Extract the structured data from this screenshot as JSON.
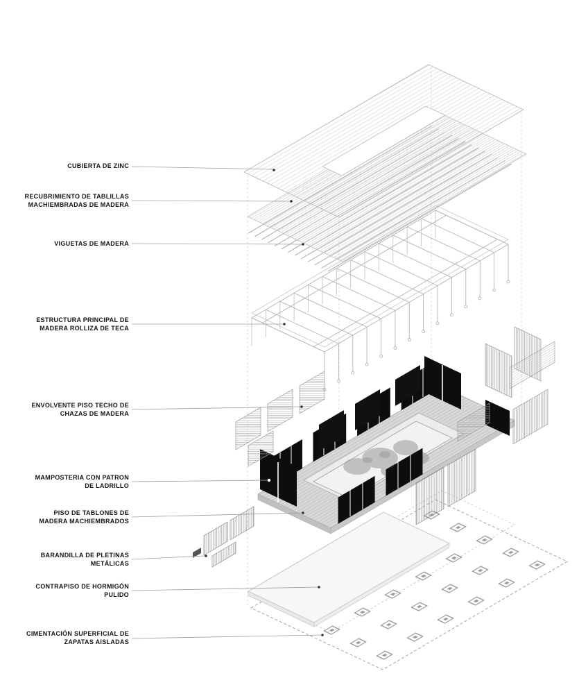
{
  "diagram": {
    "labels": [
      {
        "text": "CUBIERTA DE ZINC"
      },
      {
        "text": "RECUBRIMIENTO DE TABLILLAS\nMACHIEMBRADAS DE MADERA"
      },
      {
        "text": "VIGUETAS DE MADERA"
      },
      {
        "text": "ESTRUCTURA PRINCIPAL DE\nMADERA ROLLIZA DE TECA"
      },
      {
        "text": "ENVOLVENTE PISO TECHO DE\nCHAZAS DE MADERA"
      },
      {
        "text": "MAMPOSTERIA CON PATRON\nDE LADRILLO"
      },
      {
        "text": "PISO DE TABLONES DE\nMADERA MACHIEMBRADOS"
      },
      {
        "text": "BARANDILLA DE PLETINAS\nMETÁLICAS"
      },
      {
        "text": "CONTRAPISO DE HORMIGÓN\nPULIDO"
      },
      {
        "text": "CIMENTACIÓN SUPERFICIAL DE\nZAPATAS AISLADAS"
      }
    ],
    "colors": {
      "ink": "#151515",
      "leader_line": "#9b9b9b",
      "wall_black": "#0d0d0d",
      "deck_gray": "#d6d6d6",
      "hatch_gray": "#c9c9c9"
    }
  }
}
